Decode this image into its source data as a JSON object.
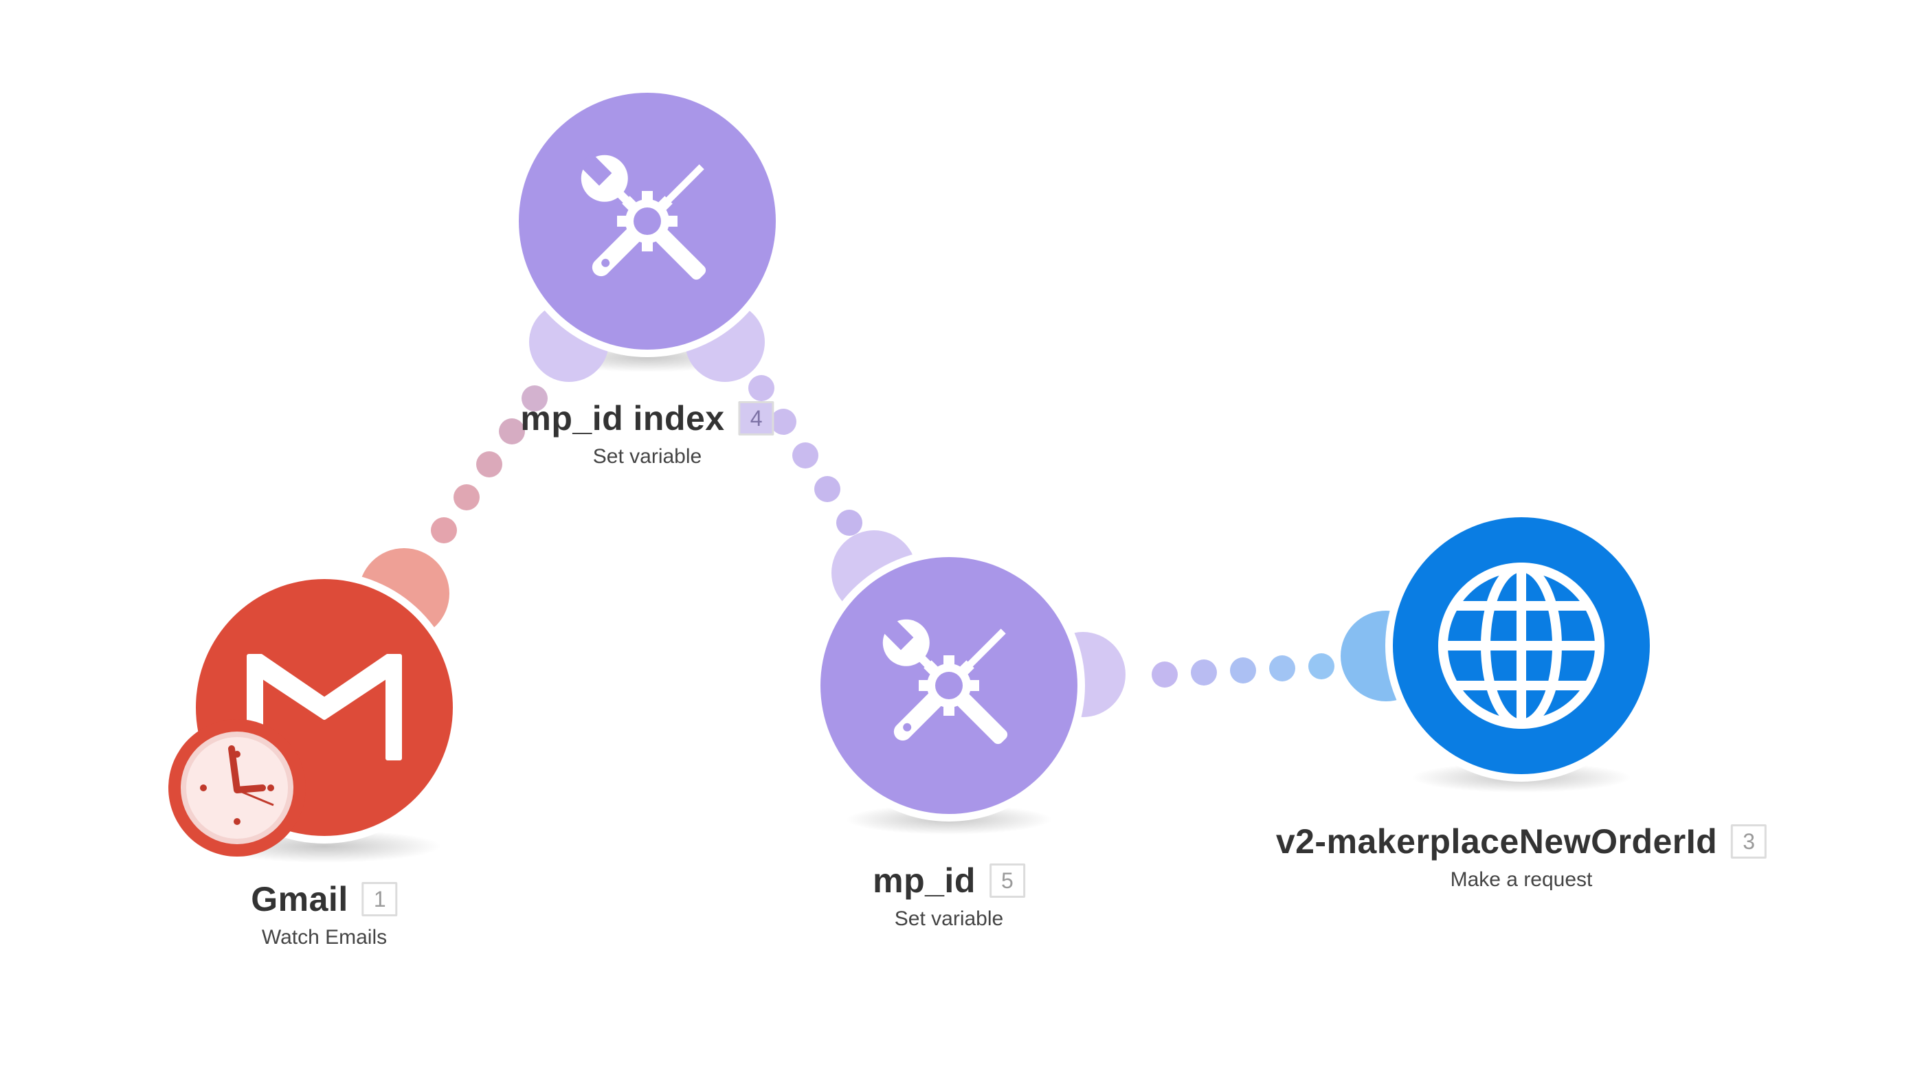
{
  "modules": [
    {
      "id": "gmail",
      "name": "Gmail",
      "number": "1",
      "action": "Watch Emails",
      "color": "#dd4b39",
      "icon": "gmail-icon",
      "trigger_icon": "clock-icon"
    },
    {
      "id": "mp-id-index",
      "name": "mp_id index",
      "number": "4",
      "action": "Set variable",
      "color": "#a996e8",
      "icon": "tools-icon"
    },
    {
      "id": "mp-id",
      "name": "mp_id",
      "number": "5",
      "action": "Set variable",
      "color": "#a996e8",
      "icon": "tools-icon"
    },
    {
      "id": "http-request",
      "name": "v2-makerplaceNewOrderId",
      "number": "3",
      "action": "Make a request",
      "color": "#0a7de3",
      "icon": "globe-icon"
    }
  ],
  "connections": [
    {
      "from": "gmail",
      "to": "mp-id-index",
      "color": "#e3a7b5"
    },
    {
      "from": "mp-id-index",
      "to": "mp-id",
      "color": "#c8b8ef"
    },
    {
      "from": "mp-id",
      "to": "http-request",
      "color": "#a7c4f2"
    }
  ]
}
